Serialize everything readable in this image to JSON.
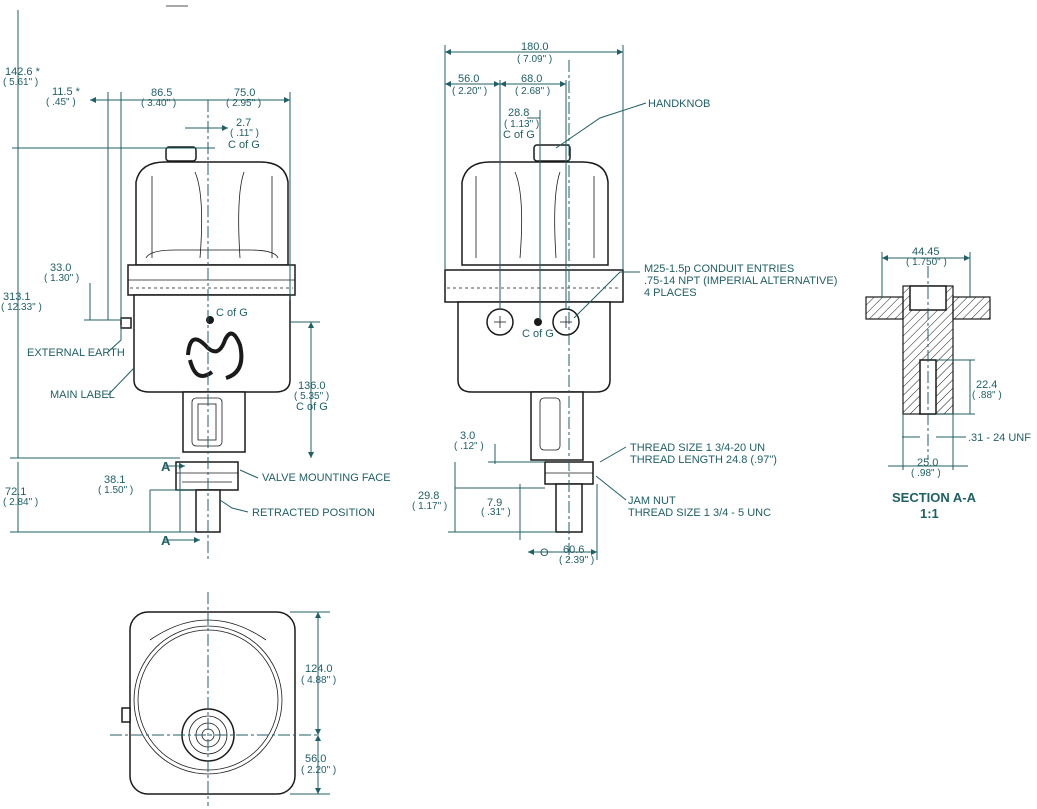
{
  "colors": {
    "dimension": "#1f5f66",
    "outline": "#1a1a1a",
    "background": "#ffffff"
  },
  "left_view": {
    "dims": {
      "h1426_mm": "142.6 *",
      "h1426_in": "( 5.61\" )",
      "w115_mm": "11.5 *",
      "w115_in": "( .45\" )",
      "w865_mm": "86.5",
      "w865_in": "( 3.40\" )",
      "w750_mm": "75.0",
      "w750_in": "( 2.95\" )",
      "w27_mm": "2.7",
      "w27_in": "( .11\" )",
      "cofg_top": "C of G",
      "w330_mm": "33.0",
      "w330_in": "( 1.30\" )",
      "h3131_mm": "313.1",
      "h3131_in": "( 12.33\" )",
      "cofg_body": "C of G",
      "h1360_mm": "136.0",
      "h1360_in": "( 5.35\" )",
      "cofg_right": "C of G",
      "w381_mm": "38.1",
      "w381_in": "( 1.50\" )",
      "h721_mm": "72.1",
      "h721_in": "( 2.84\" )"
    },
    "labels": {
      "external_earth": "EXTERNAL EARTH",
      "main_label": "MAIN LABEL",
      "valve_mounting_face": "VALVE MOUNTING FACE",
      "retracted_position": "RETRACTED POSITION",
      "section_mark_top": "A",
      "section_mark_bottom": "A"
    }
  },
  "center_view": {
    "dims": {
      "w1800_mm": "180.0",
      "w1800_in": "( 7.09\" )",
      "w560_mm": "56.0",
      "w560_in": "( 2.20\" )",
      "w680_mm": "68.0",
      "w680_in": "( 2.68\" )",
      "w288_mm": "28.8",
      "w288_in": "( 1.13\" )",
      "cofg_top": "C of G",
      "cofg_body": "C of G",
      "h30_mm": "3.0",
      "h30_in": "( .12\" )",
      "h298_mm": "29.8",
      "h298_in": "( 1.17\" )",
      "h79_mm": "7.9",
      "h79_in": "( .31\" )",
      "origin": "O",
      "w606_mm": "60.6",
      "w606_in": "( 2.39\" )"
    },
    "labels": {
      "handknob": "HANDKNOB",
      "conduit_1": "M25-1.5p CONDUIT ENTRIES",
      "conduit_2": ".75-14 NPT (IMPERIAL ALTERNATIVE)",
      "conduit_3": "4 PLACES",
      "thread_1": "THREAD SIZE 1 3/4-20 UN",
      "thread_2": "THREAD LENGTH 24.8 (.97\")",
      "jam_1": "JAM NUT",
      "jam_2": "THREAD SIZE 1  3/4 - 5 UNC"
    }
  },
  "section_view": {
    "dims": {
      "w4445_mm": "44.45",
      "w4445_in": "( 1.750\" )",
      "h224_mm": "22.4",
      "h224_in": "( .88\" )",
      "thread": ".31 - 24 UNF",
      "w250_mm": "25.0",
      "w250_in": "( .98\" )"
    },
    "title": "SECTION A-A",
    "scale": "1:1"
  },
  "bottom_view": {
    "dims": {
      "h1240_mm": "124.0",
      "h1240_in": "( 4.88\" )",
      "h560_mm": "56.0",
      "h560_in": "( 2.20\" )"
    }
  }
}
